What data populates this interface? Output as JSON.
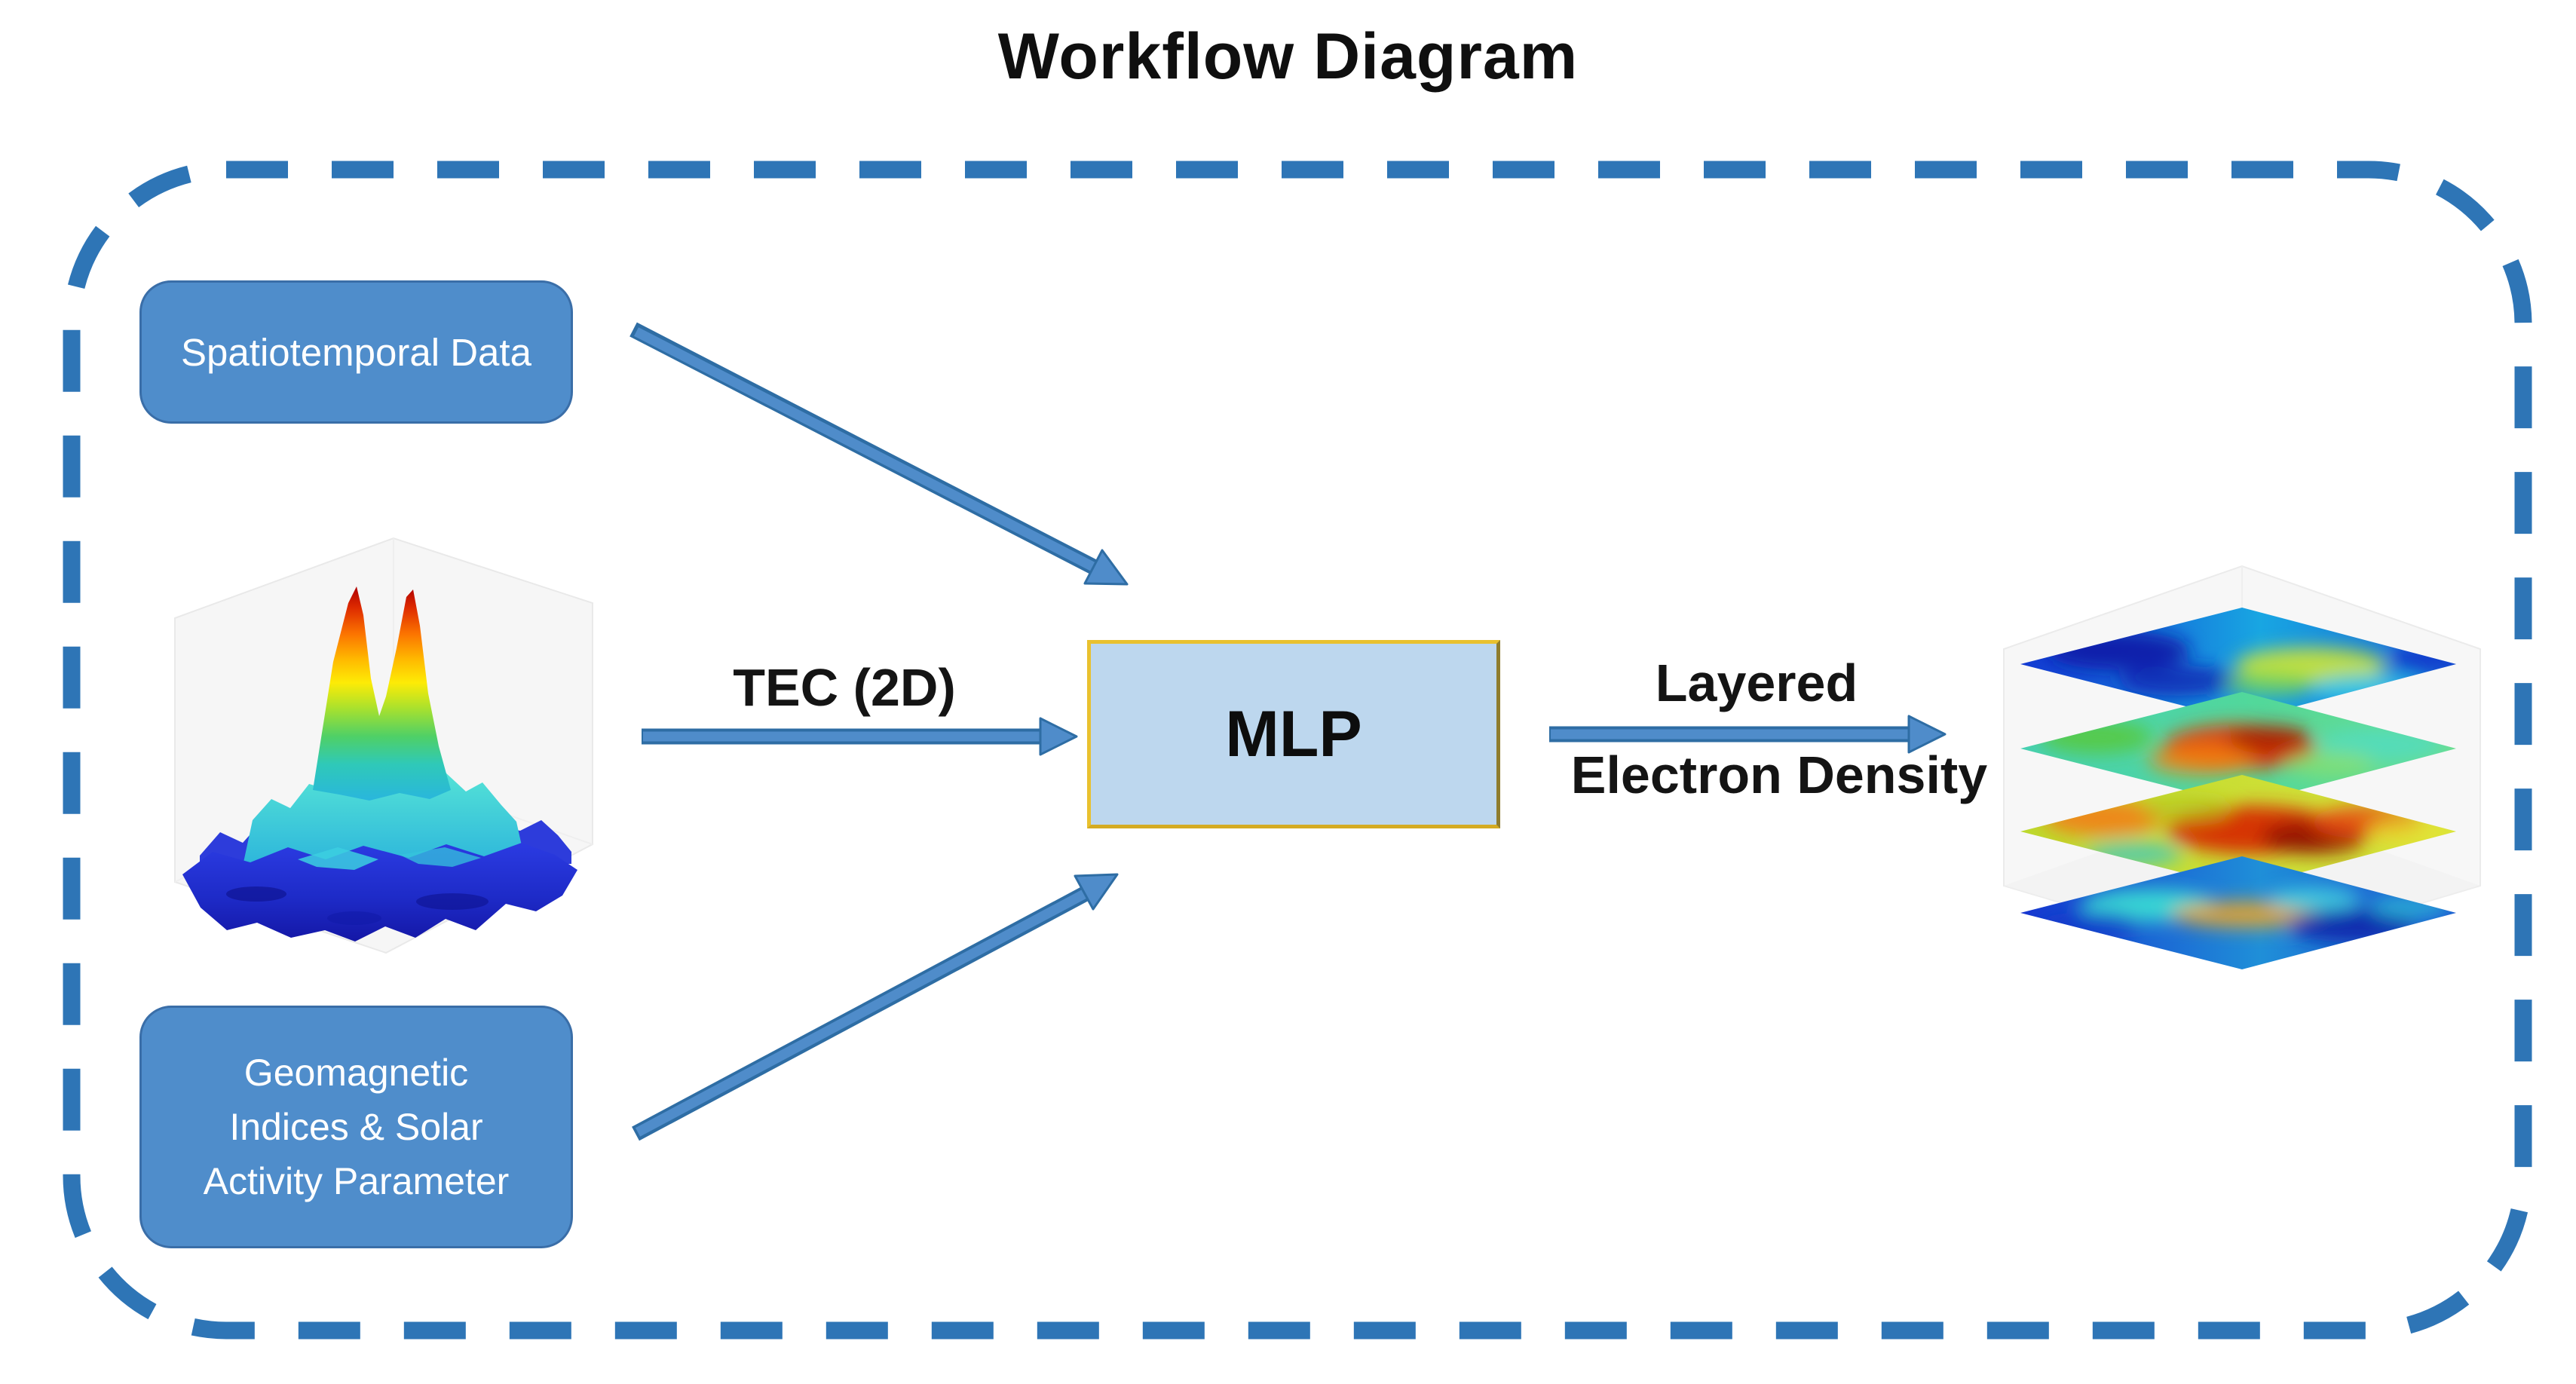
{
  "title": "Workflow Diagram",
  "nodes": {
    "spatiotemporal": {
      "label": "Spatiotemporal Data"
    },
    "geomagnetic": {
      "lines": [
        "Geomagnetic",
        "Indices & Solar",
        "Activity Parameter"
      ]
    },
    "mlp": {
      "label": "MLP"
    }
  },
  "arrows": {
    "tec": {
      "label": "TEC (2D)"
    },
    "output": {
      "lines": [
        "Layered",
        "Electron Density"
      ]
    }
  },
  "figures": {
    "tec_surface": "3d-tec-surface-plot",
    "layered_density": "stacked-electron-density-layers"
  },
  "colors": {
    "node_fill": "#4F8DCB",
    "node_border": "#3A6EA8",
    "node_text": "#FFFFFF",
    "mlp_fill": "#BDD7EE",
    "mlp_border": "#E9C12F",
    "arrow_fill": "#4F8CCA",
    "arrow_outline": "#2E6DA4",
    "dashed_border": "#2E75B6",
    "title_text": "#0F0F0F",
    "label_text": "#141414",
    "page_bg": "#FFFFFF"
  }
}
